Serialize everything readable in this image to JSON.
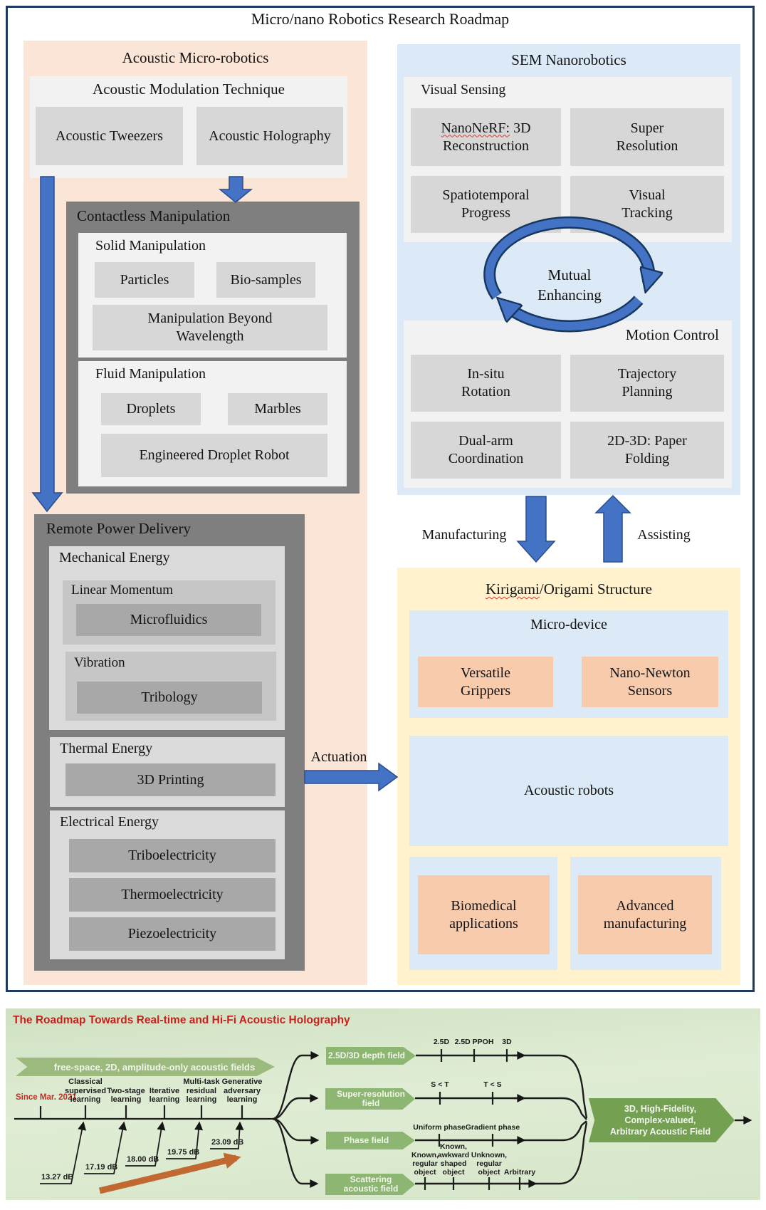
{
  "roadmap": {
    "title": "Micro/nano Robotics Research Roadmap",
    "acoustic": {
      "title": "Acoustic Micro-robotics",
      "modulation": {
        "title": "Acoustic Modulation Technique",
        "tweezers": "Acoustic Tweezers",
        "holography": "Acoustic Holography"
      },
      "contactless": {
        "title": "Contactless Manipulation",
        "solid": {
          "title": "Solid Manipulation",
          "particles": "Particles",
          "bio_samples": "Bio-samples",
          "beyond": "Manipulation Beyond Wavelength"
        },
        "fluid": {
          "title": "Fluid Manipulation",
          "droplets": "Droplets",
          "marbles": "Marbles",
          "engineered": "Engineered Droplet Robot"
        }
      },
      "remote_power": {
        "title": "Remote Power Delivery",
        "mechanical": {
          "title": "Mechanical Energy",
          "linear_momentum": "Linear Momentum",
          "microfluidics": "Microfluidics",
          "vibration": "Vibration",
          "tribology": "Tribology"
        },
        "thermal": {
          "title": "Thermal Energy",
          "printing_3d": "3D Printing"
        },
        "electrical": {
          "title": "Electrical Energy",
          "triboelectricity": "Triboelectricity",
          "thermoelectricity": "Thermoelectricity",
          "piezoelectricity": "Piezoelectricity"
        }
      },
      "actuation_label": "Actuation"
    },
    "sem": {
      "title": "SEM Nanorobotics",
      "visual_sensing": {
        "title": "Visual Sensing",
        "nanonerf_marked": "NanoNeRF:",
        "nanonerf_rest": "3D",
        "nanonerf_line2": "Reconstruction",
        "super_resolution": "Super Resolution",
        "spatiotemporal": "Spatiotemporal Progress",
        "visual_tracking": "Visual Tracking"
      },
      "mutual_enhancing": "Mutual Enhancing",
      "motion_control": {
        "title": "Motion Control",
        "in_situ": "In-situ Rotation",
        "trajectory": "Trajectory Planning",
        "dual_arm": "Dual-arm Coordination",
        "paper_folding": "2D-3D: Paper Folding"
      },
      "manufacturing_label": "Manufacturing",
      "assisting_label": "Assisting"
    },
    "kirigami": {
      "title_marked": "Kirigami",
      "title_rest": "/Origami Structure",
      "micro_device": {
        "title": "Micro-device",
        "grippers": "Versatile Grippers",
        "sensors": "Nano-Newton Sensors"
      },
      "acoustic_robots": "Acoustic robots",
      "biomedical": "Biomedical applications",
      "advanced": "Advanced manufacturing"
    }
  },
  "holography_roadmap": {
    "title": "The Roadmap Towards Real-time and Hi-Fi Acoustic Holography",
    "banner": "free-space, 2D, amplitude-only acoustic fields",
    "since_label": "Since Mar. 2021",
    "milestones": [
      {
        "label": "Classical supervised learning",
        "gain": "13.27 dB"
      },
      {
        "label": "Two-stage learning",
        "gain": "17.19 dB"
      },
      {
        "label": "Iterative learning",
        "gain": "18.00 dB"
      },
      {
        "label": "Multi-task residual learning",
        "gain": "19.75 dB"
      },
      {
        "label": "Generative adversary learning",
        "gain": "23.09 dB"
      }
    ],
    "branches": [
      {
        "label": "2.5D/3D depth field",
        "ticks": [
          "2.5D",
          "2.5D PPOH",
          "3D"
        ]
      },
      {
        "label": "Super-resolution field",
        "ticks": [
          "S < T",
          "T < S"
        ]
      },
      {
        "label": "Phase field",
        "ticks": [
          "Uniform phase",
          "Gradient phase"
        ]
      },
      {
        "label": "Scattering acoustic field",
        "ticks": [
          "Known, regular object",
          "Known, awkward shaped object",
          "Unknown, regular object",
          "Arbitrary"
        ]
      }
    ],
    "goal": {
      "line1": "3D, High-Fidelity,",
      "line2": "Complex-valued,",
      "line3": "Arbitrary Acoustic Field"
    }
  },
  "colors": {
    "peach": "#fbe5d6",
    "light_blue": "#dce9f6",
    "panel_gray": "#f2f2f2",
    "item_gray": "#d8d7d7",
    "dark_gray": "#7f7f7f",
    "mid_gray": "#dbdbdb",
    "sub_gray": "#c6c6c6",
    "deep_gray": "#a8a8a8",
    "yellow": "#fff2cc",
    "orange_box": "#f8cbad",
    "arrow_blue": "#4472c4",
    "navy_border": "#1f3a5f",
    "red_title": "#c9201d",
    "green_banner": "#9cba7e",
    "green_arrow": "#8cb671",
    "green_goal": "#73a051",
    "trend_orange": "#c06a32"
  }
}
